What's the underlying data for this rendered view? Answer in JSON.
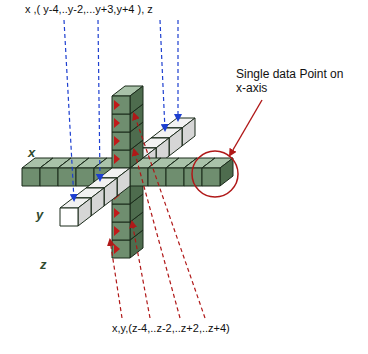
{
  "diagram": {
    "labels": [
      "x ,( y-4,..y-2,...y+3,y+4 ), z",
      "Single data Point on x-axis",
      "x",
      "y",
      "z",
      "x,y,(z-4,..z-2,..z+2,..z+4)"
    ]
  }
}
